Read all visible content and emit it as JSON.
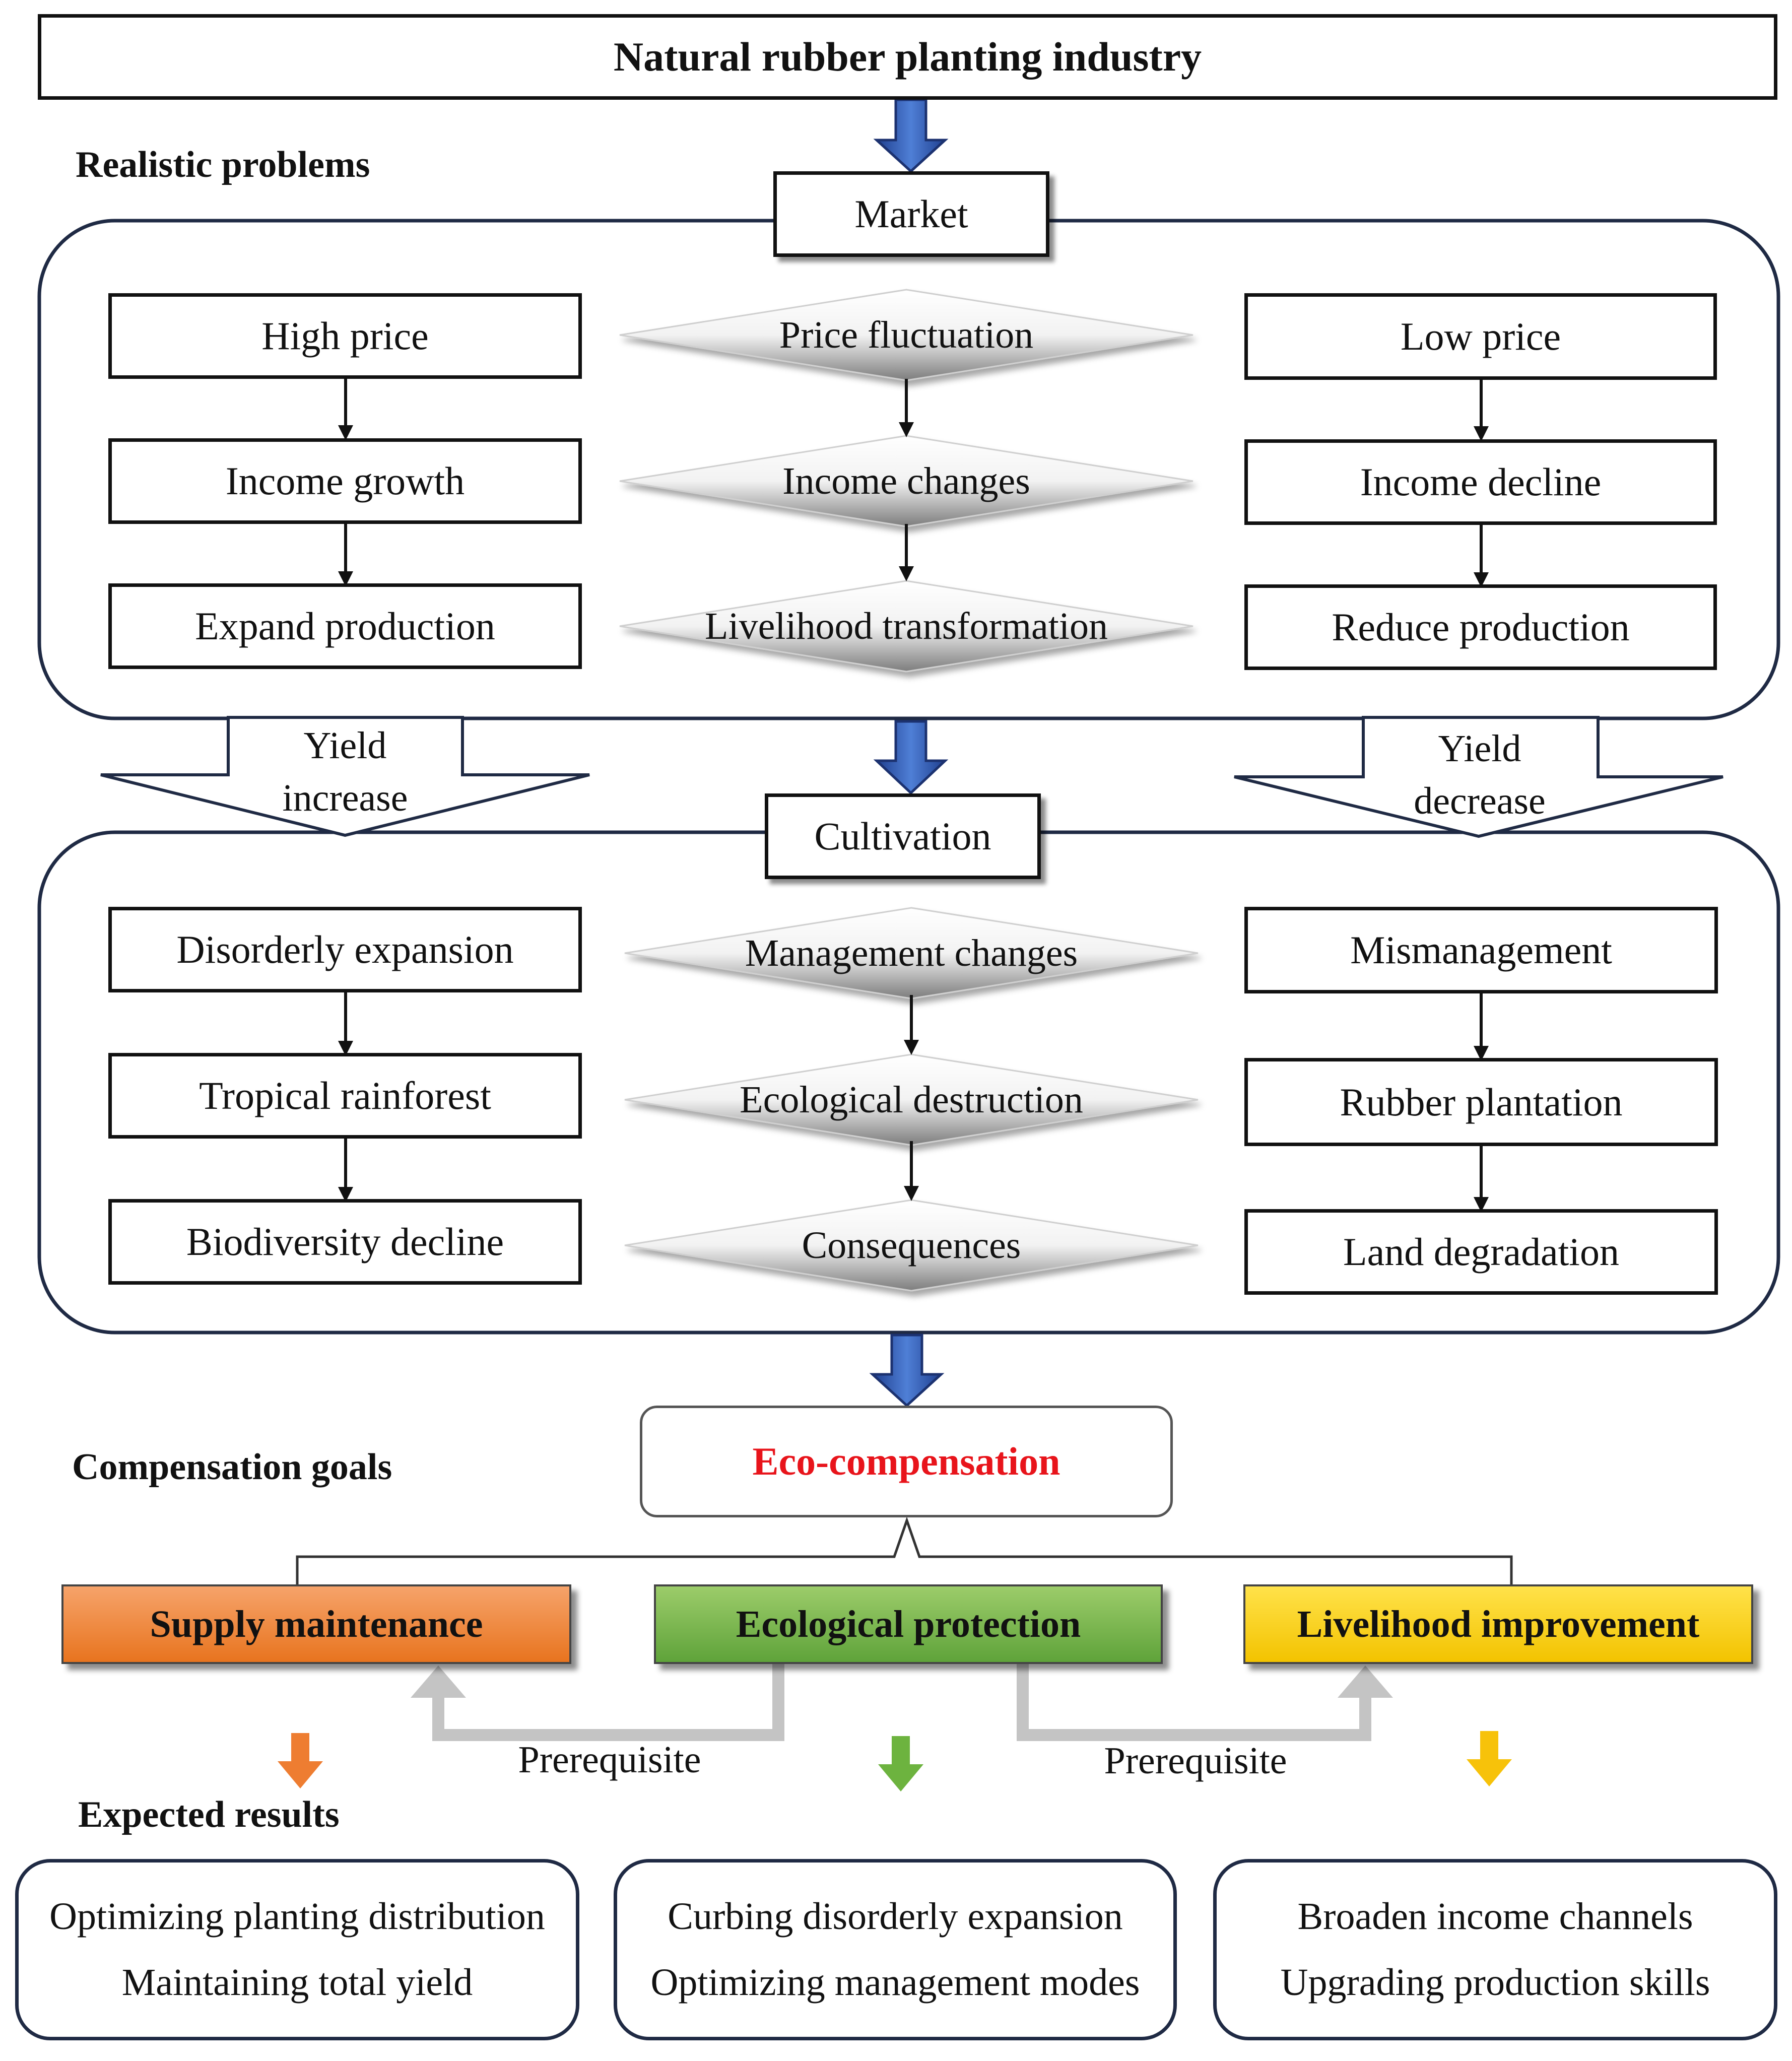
{
  "header": {
    "title": "Natural rubber planting industry"
  },
  "sections": {
    "realistic": "Realistic problems",
    "goals": "Compensation goals",
    "results": "Expected results"
  },
  "market": {
    "label": "Market",
    "left": [
      "High price",
      "Income growth",
      "Expand production"
    ],
    "center": [
      "Price fluctuation",
      "Income changes",
      "Livelihood transformation"
    ],
    "right": [
      "Low price",
      "Income decline",
      "Reduce production"
    ]
  },
  "yield": {
    "left": [
      "Yield",
      "increase"
    ],
    "right": [
      "Yield",
      "decrease"
    ]
  },
  "cultivation": {
    "label": "Cultivation",
    "left": [
      "Disorderly expansion",
      "Tropical rainforest",
      "Biodiversity decline"
    ],
    "center": [
      "Management changes",
      "Ecological destruction",
      "Consequences"
    ],
    "right": [
      "Mismanagement",
      "Rubber plantation",
      "Land degradation"
    ]
  },
  "eco": {
    "label": "Eco-compensation",
    "color": "#e8141b"
  },
  "goals": [
    {
      "label": "Supply maintenance",
      "color_top": "#f6a36a",
      "color_bottom": "#e8741f",
      "arrow_color": "#ee7d31"
    },
    {
      "label": "Ecological protection",
      "color_top": "#9ccc6a",
      "color_bottom": "#5fa33a",
      "arrow_color": "#6db33f"
    },
    {
      "label": "Livelihood improvement",
      "color_top": "#ffe24a",
      "color_bottom": "#f3c300",
      "arrow_color": "#f7c20a"
    }
  ],
  "prerequisite": [
    "Prerequisite",
    "Prerequisite"
  ],
  "results": [
    [
      "Optimizing planting distribution",
      "Maintaining total yield"
    ],
    [
      "Curbing disorderly expansion",
      "Optimizing management modes"
    ],
    [
      "Broaden income channels",
      "Upgrading production skills"
    ]
  ]
}
